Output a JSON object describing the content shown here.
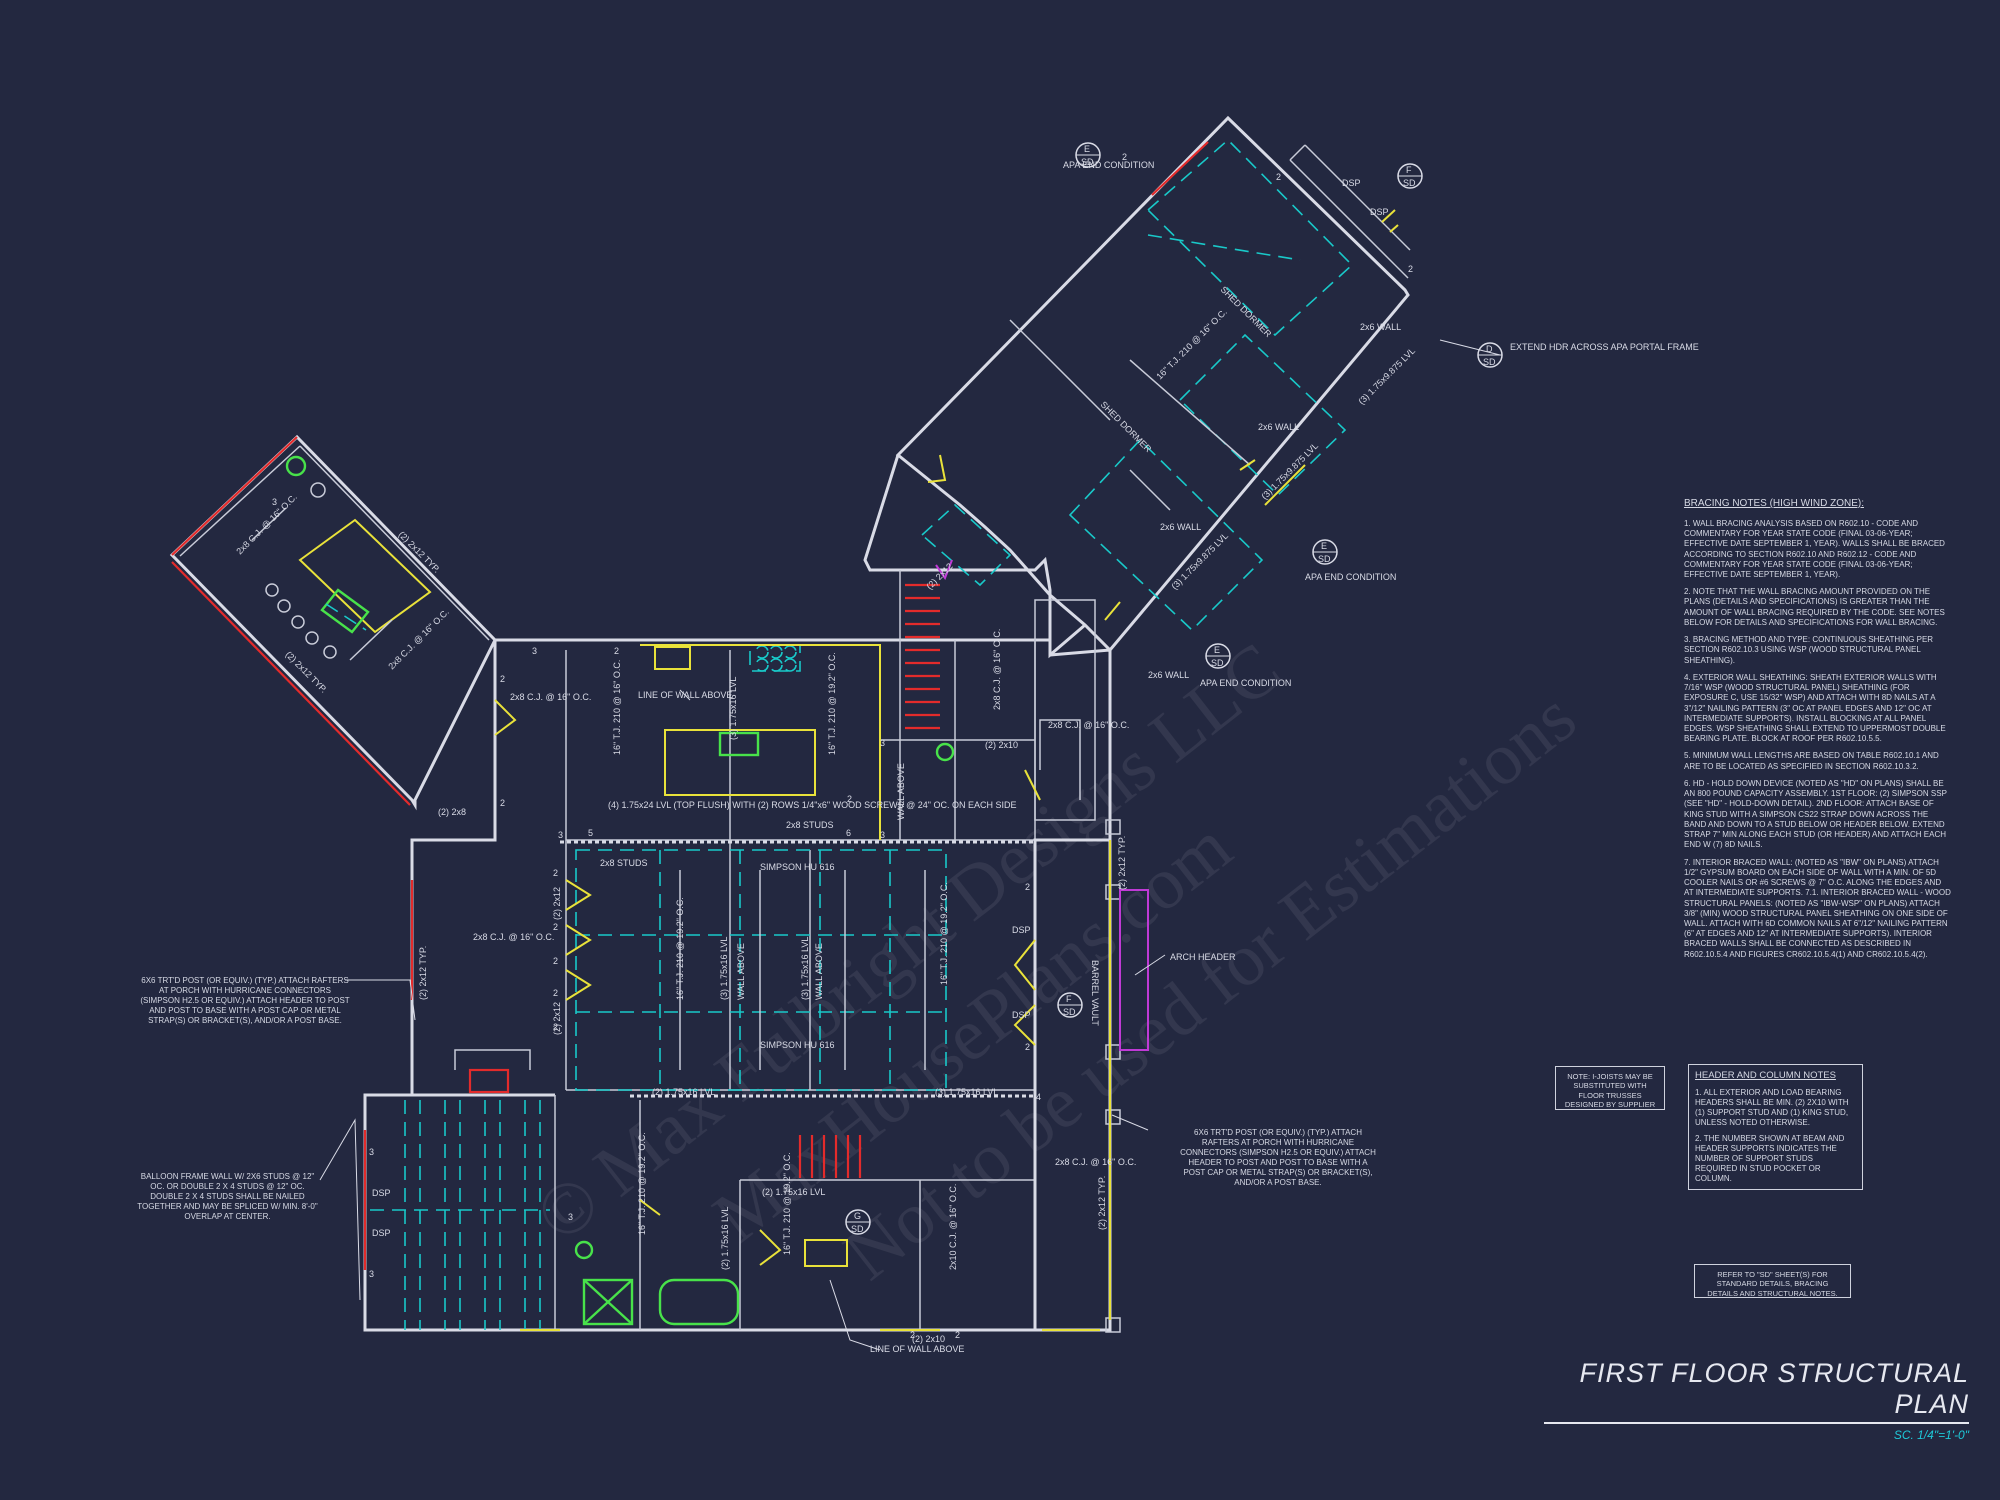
{
  "plan": {
    "title": "FIRST FLOOR STRUCTURAL PLAN",
    "scale": "SC. 1/4\"=1'-0\"",
    "watermark_lines": [
      "© Max Fulbright Designs LLC",
      "MaxHousePlans.com",
      "Not to be used for Estimations"
    ]
  },
  "bracing_notes": {
    "heading": "BRACING NOTES (HIGH WIND ZONE):",
    "items": [
      "1. WALL BRACING ANALYSIS BASED ON R602.10 - CODE AND COMMENTARY FOR YEAR STATE CODE (FINAL 03-06-YEAR; EFFECTIVE DATE SEPTEMBER 1, YEAR). WALLS SHALL BE BRACED ACCORDING TO SECTION R602.10 AND R602.12 - CODE AND COMMENTARY FOR YEAR STATE CODE (FINAL 03-06-YEAR; EFFECTIVE DATE SEPTEMBER 1, YEAR).",
      "2. NOTE THAT THE WALL BRACING AMOUNT PROVIDED ON THE PLANS (DETAILS AND SPECIFICATIONS) IS GREATER THAN THE AMOUNT OF WALL BRACING REQUIRED BY THE CODE. SEE NOTES BELOW FOR DETAILS AND SPECIFICATIONS FOR WALL BRACING.",
      "3. BRACING METHOD AND TYPE: CONTINUOUS SHEATHING PER SECTION R602.10.3 USING WSP (WOOD STRUCTURAL PANEL SHEATHING).",
      "4. EXTERIOR WALL SHEATHING: SHEATH EXTERIOR WALLS WITH 7/16\" WSP (WOOD STRUCTURAL PANEL) SHEATHING (FOR EXPOSURE C, USE 15/32\" WSP) AND ATTACH WITH 8d NAILS AT A 3\"/12\" NAILING PATTERN (3\" OC AT PANEL EDGES AND 12\" OC AT INTERMEDIATE SUPPORTS). INSTALL BLOCKING AT ALL PANEL EDGES. WSP SHEATHING SHALL EXTEND TO UPPERMOST DOUBLE BEARING PLATE. BLOCK AT ROOF PER R602.10.5.5.",
      "5. MINIMUM WALL LENGTHS ARE BASED ON TABLE R602.10.1 AND ARE TO BE LOCATED AS SPECIFIED IN SECTION R602.10.3.2.",
      "6. HD - HOLD DOWN DEVICE (NOTED AS \"HD\" ON PLANS) SHALL BE AN 800 POUND CAPACITY ASSEMBLY. 1ST FLOOR: (2) SIMPSON SSP (SEE \"HD\" - HOLD-DOWN DETAIL). 2ND FLOOR: ATTACH BASE OF KING STUD WITH A SIMPSON CS22 STRAP DOWN ACROSS THE BAND AND DOWN TO A STUD BELOW OR HEADER BELOW. EXTEND STRAP 7\" MIN ALONG EACH STUD (OR HEADER) AND ATTACH EACH END W (7) 8d NAILS.",
      "7. INTERIOR BRACED WALL: (NOTED AS \"IBW\" ON PLANS) ATTACH 1/2\" GYPSUM BOARD ON EACH SIDE OF WALL WITH A MIN. OF 5d COOLER NAILS OR #6 SCREWS @ 7\" O.C. ALONG THE EDGES AND AT INTERMEDIATE SUPPORTS. 7.1. INTERIOR BRACED WALL - WOOD STRUCTURAL PANELS: (NOTED AS \"IBW-WSP\" ON PLANS) ATTACH 3/8\" (MIN) WOOD STRUCTURAL PANEL SHEATHING ON ONE SIDE OF WALL. ATTACH WITH 6d COMMON NAILS AT 6\"/12\" NAILING PATTERN (6\" AT EDGES AND 12\" AT INTERMEDIATE SUPPORTS). INTERIOR BRACED WALLS SHALL BE CONNECTED AS DESCRIBED IN R602.10.5.4 AND FIGURES CR602.10.5.4(1) AND CR602.10.5.4(2)."
    ]
  },
  "joist_note": "NOTE: I-JOISTS MAY BE SUBSTITUTED WITH FLOOR TRUSSES DESIGNED BY SUPPLIER",
  "header_notes": {
    "heading": "HEADER AND COLUMN NOTES",
    "items": [
      "1. ALL EXTERIOR AND LOAD BEARING HEADERS SHALL BE MIN. (2) 2x10 WITH (1) SUPPORT STUD AND (1) KING STUD, UNLESS NOTED OTHERWISE.",
      "2. THE NUMBER SHOWN AT BEAM AND HEADER SUPPORTS INDICATES THE NUMBER OF SUPPORT STUDS REQUIRED IN STUD POCKET OR COLUMN."
    ]
  },
  "refer_note": "REFER TO \"SD\" SHEET(S) FOR STANDARD DETAILS, BRACING DETAILS AND STRUCTURAL NOTES.",
  "callouts": {
    "post_left": "6x6 TRT'D POST (OR EQUIV.) (TYP.) ATTACH RAFTERS AT PORCH WITH HURRICANE CONNECTORS (SIMPSON H2.5 OR EQUIV.) ATTACH HEADER TO POST AND POST TO BASE WITH A POST CAP OR METAL STRAP(S) OR BRACKET(S), AND/OR A POST BASE.",
    "post_right": "6x6 TRT'D POST (OR EQUIV.) (TYP.) ATTACH RAFTERS AT PORCH WITH HURRICANE CONNECTORS (SIMPSON H2.5 OR EQUIV.) ATTACH HEADER TO POST AND POST TO BASE WITH A POST CAP OR METAL STRAP(S) OR BRACKET(S), AND/OR A POST BASE.",
    "balloon": "BALLOON FRAME WALL w/ 2x6 STUDS @ 12\" OC. OR DOUBLE 2 x 4 STUDS @ 12\" OC. DOUBLE 2 x 4 STUDS SHALL BE NAILED TOGETHER AND MAY BE SPLICED w/ MIN. 8'-0\" OVERLAP AT CENTER.",
    "apa_1": "APA END CONDITION",
    "apa_2": "APA END CONDITION",
    "apa_3": "APA END CONDITION",
    "extend_hdr": "EXTEND HDR ACROSS APA PORTAL FRAME",
    "arch_header": "ARCH HEADER",
    "barrel_vault": "BARREL VAULT",
    "line_wall_1": "LINE OF WALL ABOVE",
    "line_wall_2": "LINE OF WALL ABOVE",
    "lvl_top": "(4) 1.75x24 LVL (TOP FLUSH) WITH (2) ROWS 1/4\"x6\" WOOD SCREWS @ 24\" OC. ON EACH SIDE",
    "simpson_1": "SIMPSON HU 616",
    "simpson_2": "SIMPSON HU 616",
    "studs_1": "2x8 STUDS",
    "studs_2": "2x8 STUDS",
    "wall_2x6_1": "2x6 WALL",
    "wall_2x6_2": "2x6 WALL",
    "wall_2x6_3": "2x6 WALL",
    "wall_2x6_4": "2x6 WALL",
    "dormer_1": "SHED DORMER",
    "dormer_2": "SHED DORMER",
    "joist_1": "16\" T.J. 210 @ 16\" O.C.",
    "joist_2": "16\" T.J. 210 @ 16\" O.C.",
    "joist_3": "16\" T.J. 210 @ 19.2\" O.C.",
    "joist_4": "16\" T.J. 210 @ 19.2\" O.C.",
    "joist_5": "16\" T.J. 210 @ 19.2\" O.C.",
    "joist_6": "16\" T.J. 210 @ 19.2\" O.C.",
    "joist_7": "16\" T.J. 210 @ 19.2\" O.C.",
    "cj_1": "2x8 C.J. @ 16\" O.C.",
    "cj_2": "2x8 C.J. @ 16\" O.C.",
    "cj_3": "2x8 C.J. @ 16\" O.C.",
    "cj_4": "2x8 C.J. @ 16\" O.C.",
    "cj_5": "2x8 C.J. @ 16\" O.C.",
    "cj_6": "2x8 C.J. @ 16\" O.C.",
    "cj_7": "2x8 C.J. @ 16\" O.C.",
    "cj_8": "2x10 C.J. @ 16\" O.C.",
    "h_2x10_1": "(2) 2x10",
    "h_2x10_2": "(2) 2x10",
    "h_2x8": "(2) 2x8",
    "h_2x12_1": "(2) 2x12",
    "h_2x12_2": "(2) 2x12",
    "h_2x12_3": "(2) 2x12",
    "h_2x12_typ_1": "(2) 2x12 TYP.",
    "h_2x12_typ_2": "(2) 2x12 TYP.",
    "h_2x12_typ_3": "(2) 2x12 TYP.",
    "h_2x12_typ_4": "(2) 2x12 TYP.",
    "h_2x12_typ_5": "(2) 2x12 TYP.",
    "lvl_1": "(3) 1.75x16 LVL",
    "lvl_2": "(3) 1.75x16 LVL",
    "lvl_3": "(2) 1.75x16 LVL",
    "lvl_4": "(3) 1.75x16 LVL",
    "lvl_5": "(2) 1.75x16 LVL",
    "lvl_6": "(3) 1.75x9.875 LVL",
    "lvl_7": "(3) 1.75x9.875 LVL",
    "lvl_8": "(3) 1.75x9.875 LVL",
    "lvl_9": "(3) 1.75x16 LVL",
    "lvl_10": "(2) 1.75x16 LVL",
    "wall_above_1": "WALL ABOVE",
    "wall_above_2": "WALL ABOVE",
    "wall_above_3": "WALL ABOVE",
    "dsp": "DSP",
    "n2": "2",
    "n3": "3",
    "n4": "4",
    "n5": "5",
    "n6": "6"
  },
  "section_markers": [
    {
      "letter": "E",
      "sheet": "SD"
    },
    {
      "letter": "F",
      "sheet": "SD"
    },
    {
      "letter": "D",
      "sheet": "SD"
    },
    {
      "letter": "E",
      "sheet": "SD"
    },
    {
      "letter": "E",
      "sheet": "SD"
    },
    {
      "letter": "F",
      "sheet": "SD"
    },
    {
      "letter": "G",
      "sheet": "SD"
    }
  ]
}
